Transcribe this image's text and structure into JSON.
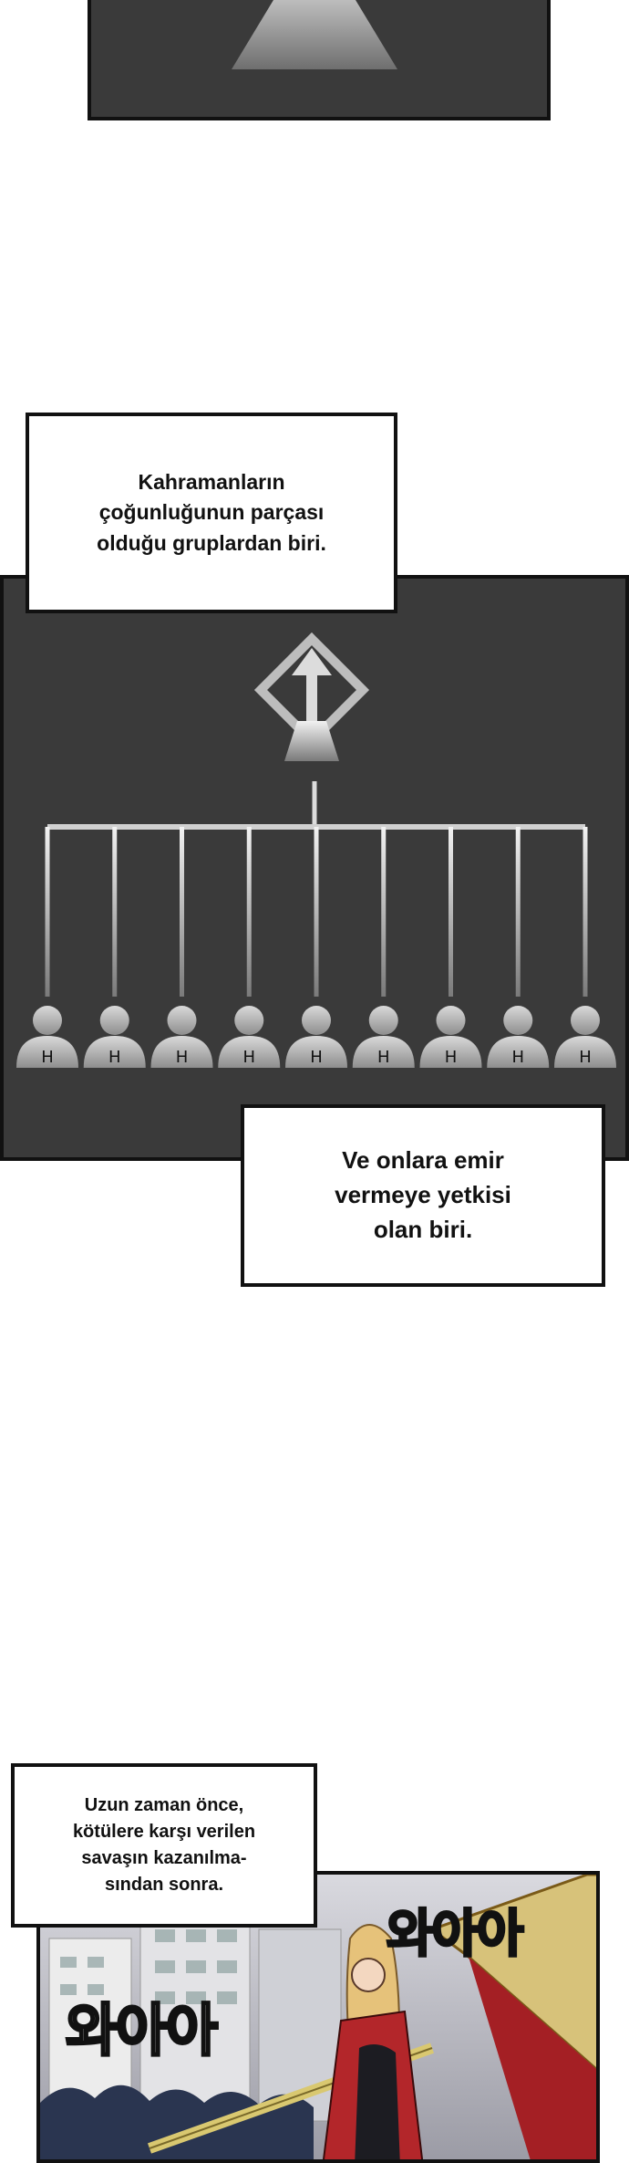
{
  "captions": {
    "heroes_group": [
      "Kahramanların",
      "çoğunluğunun parçası",
      "olduğu gruplardan biri."
    ],
    "command": [
      "Ve onlara emir",
      "vermeye yetkisi",
      "olan biri."
    ],
    "long_ago": [
      "Uzun zaman önce,",
      "kötülere karşı verilen",
      "savaşın kazanılma-",
      "sından sonra."
    ]
  },
  "diagram": {
    "hero_letter": "H",
    "hero_count": 9
  },
  "sfx": {
    "right": "와아아",
    "left": "와아아"
  },
  "colors": {
    "panel_dark": "#3a3a3a",
    "border": "#111111",
    "caption_bg": "#ffffff",
    "cape_red": "#b3262a",
    "hair_blonde": "#e6c27a"
  }
}
